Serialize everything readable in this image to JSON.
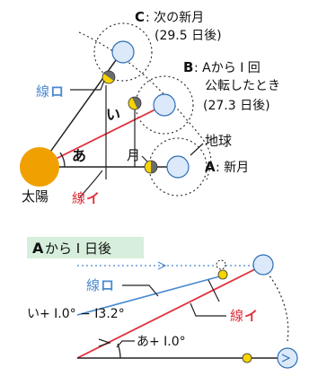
{
  "top": {
    "label_c_letter": "C",
    "label_c_text": ": 次の新月",
    "label_c_days": "(29.5 日後)",
    "label_b_letter": "B",
    "label_b_text1": ": Aから I 回",
    "label_b_text2": "公転したとき",
    "label_b_days": "(27.3 日後)",
    "label_a_letter": "A",
    "label_a_text": ": 新月",
    "earth_label": "地球",
    "moon_label": "月",
    "sun_label": "太陽",
    "line_ro_label": "線",
    "line_ro_kana": "ロ",
    "line_i_label": "線",
    "line_i_kana": "イ",
    "angle_a_label": "あ",
    "angle_i_label": "い"
  },
  "bottom": {
    "title": "Aから I 日後",
    "line_ro_label": "線",
    "line_ro_kana": "ロ",
    "line_i_label": "線",
    "line_i_kana": "イ",
    "angle_i_text": "い+ I.0° − I3.2°",
    "angle_a_text": "あ+ I.0°"
  },
  "colors": {
    "sun": "#f0a000",
    "moon_fill": "#f5d400",
    "earth_fill": "#dbe9fa",
    "earth_stroke": "#2f6fb5",
    "line_red": "#e0303a",
    "line_blue": "#4a8ad0",
    "title_bg": "#d6eedb"
  }
}
